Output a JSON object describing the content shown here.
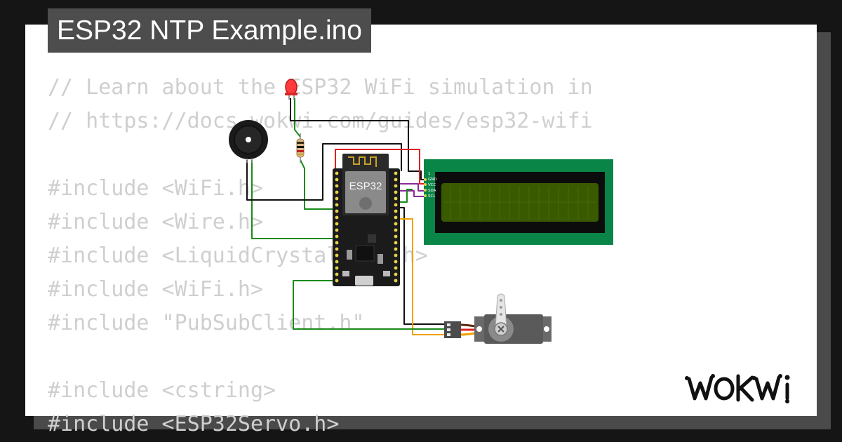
{
  "project": {
    "title": "ESP32 NTP Example.ino"
  },
  "code_lines": [
    "// Learn about the ESP32 WiFi simulation in",
    "// https://docs.wokwi.com/guides/esp32-wifi",
    "",
    "#include <WiFi.h>",
    "#include <Wire.h>",
    "#include <LiquidCrystal_I2C.h>",
    "#include <WiFi.h>",
    "#include \"PubSubClient.h\"",
    "",
    "#include <cstring>",
    "#include <ESP32Servo.h>"
  ],
  "diagram": {
    "board_label": "ESP32",
    "lcd_pins": [
      "1",
      "GND",
      "VCC",
      "SDA",
      "SCL"
    ],
    "components": [
      "led-red",
      "resistor",
      "buzzer",
      "esp32-devkit",
      "lcd-i2c-16x2",
      "servo"
    ]
  },
  "brand": {
    "logo_text": "WOKWI"
  },
  "colors": {
    "background": "#151515",
    "card": "#ffffff",
    "code_text": "#cfcfcf",
    "title_tab": "#4d4d4d",
    "lcd_pcb": "#0a8548",
    "lcd_screen": "#3a5a00",
    "wire_green": "#1a8a1a",
    "wire_red": "#e02020",
    "wire_black": "#111111",
    "wire_purple": "#8a2a9a",
    "wire_orange": "#f0a000"
  }
}
